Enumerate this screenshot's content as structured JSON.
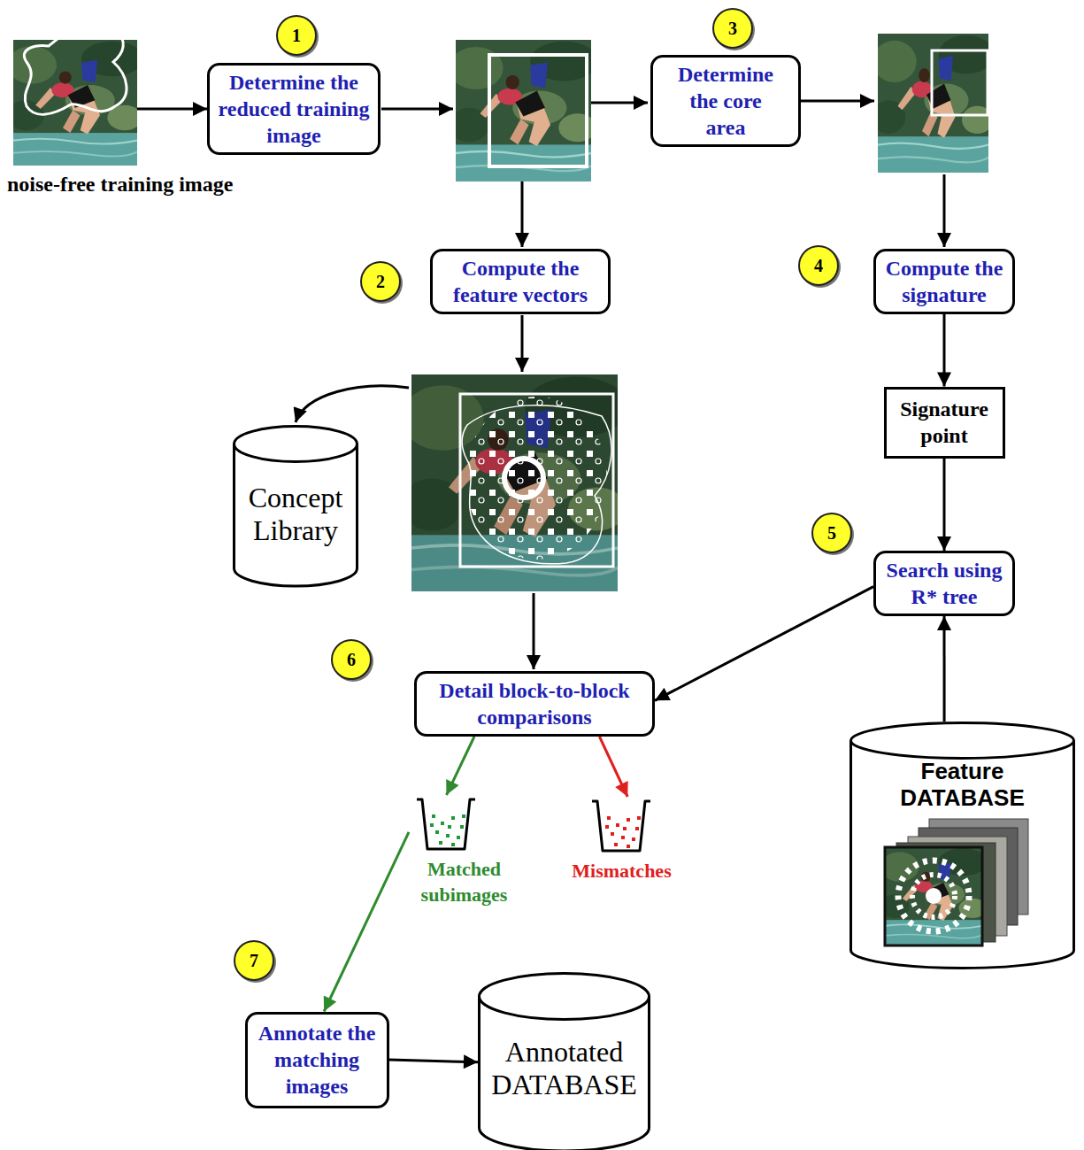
{
  "diagram": {
    "nodes": [
      {
        "text": [
          "noise-free training image"
        ]
      },
      {
        "text": [
          "Determine the reduced training image"
        ]
      },
      {
        "text": [
          "Determine the core area"
        ]
      },
      {
        "text": [
          "Compute the feature vectors"
        ]
      },
      {
        "text": [
          "Compute the signature"
        ]
      },
      {
        "text": [
          "Concept Library"
        ]
      },
      {
        "text": [
          "Signature point"
        ]
      },
      {
        "text": [
          "Search using R* tree"
        ]
      },
      {
        "text": [
          "Detail block-to-block comparisons"
        ]
      },
      {
        "text": [
          "Feature DATABASE"
        ]
      },
      {
        "text": [
          "Matched subimages"
        ]
      },
      {
        "text": [
          "Mismatches"
        ]
      },
      {
        "text": [
          "Annotate the matching images"
        ]
      },
      {
        "text": [
          "Annotated DATABASE"
        ]
      }
    ],
    "edges": [
      {
        "from": 0,
        "to": 1,
        "arrow": "to"
      },
      {
        "from": 4,
        "to": 6,
        "arrow": "to"
      },
      {
        "from": 6,
        "to": 7,
        "arrow": "to"
      },
      {
        "from": 9,
        "to": 7,
        "arrow": "to"
      },
      {
        "from": 7,
        "to": 8,
        "arrow": "to"
      },
      {
        "from": 8,
        "to": 10,
        "arrow": "to"
      },
      {
        "from": 8,
        "to": 11,
        "arrow": "to"
      },
      {
        "from": 10,
        "to": 12,
        "arrow": "to"
      },
      {
        "from": 12,
        "to": 13,
        "arrow": "to"
      }
    ],
    "labels": [
      "1",
      "2",
      "3",
      "4",
      "5",
      "6",
      "7"
    ]
  }
}
